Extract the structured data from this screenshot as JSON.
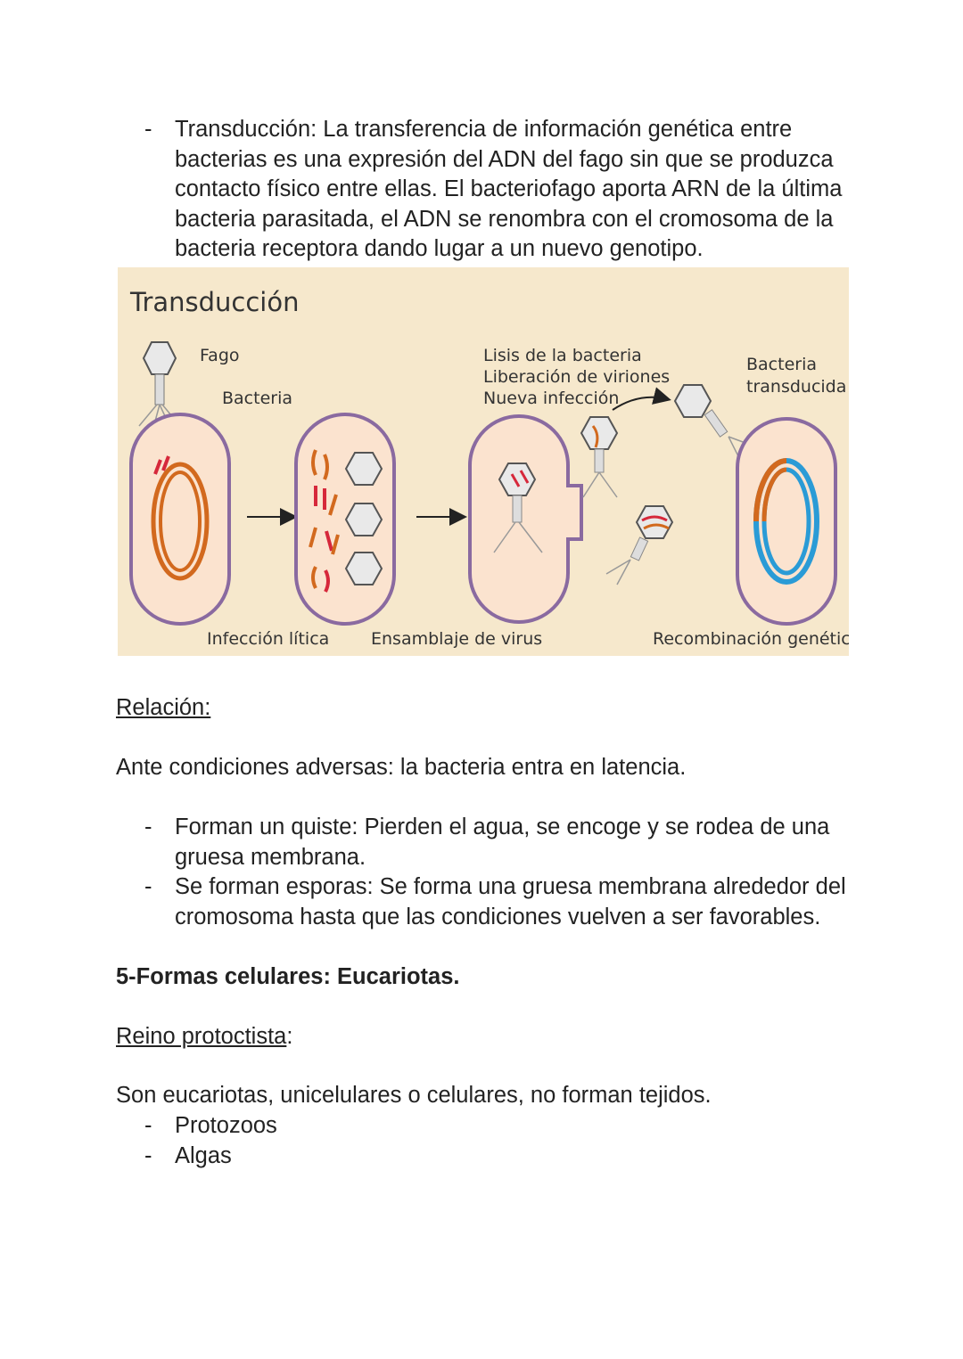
{
  "transduction_item": {
    "text": "Transducción: La transferencia de información genética entre bacterias es una expresión del ADN del fago sin que se produzca contacto físico entre ellas. El bacteriofago aporta ARN de la última bacteria parasitada, el ADN se renombra con el cromosoma de la bacteria receptora dando lugar a un nuevo genotipo."
  },
  "figure": {
    "title": "Transducción",
    "labels": {
      "fago": "Fago",
      "bacteria": "Bacteria",
      "lisis_line1": "Lisis de la bacteria",
      "lisis_line2": "Liberación de viriones",
      "lisis_line3": "Nueva infección",
      "transducida_line1": "Bacteria",
      "transducida_line2": "transducida",
      "infeccion_litica": "Infección lítica",
      "ensamblaje": "Ensamblaje de virus",
      "recombinacion": "Recombinación genética"
    },
    "colors": {
      "background": "#f6e8cc",
      "cell_fill": "#fbe3cf",
      "cell_outline": "#8a6aa0",
      "chromosome": "#d2691e",
      "dna_red": "#d6283b",
      "recipient_dna": "#2a9bd6",
      "phage": "#e9e9e9"
    }
  },
  "relacion": {
    "heading": "Relación:",
    "intro": "Ante condiciones adversas: la bacteria entra en latencia.",
    "items": [
      "Forman un quiste: Pierden el agua, se encoge y se  rodea de una gruesa membrana.",
      "Se forman esporas: Se forma una gruesa membrana alrededor del cromosoma hasta que las condiciones vuelven a ser favorables."
    ]
  },
  "section5": {
    "heading": "5-Formas celulares: Eucariotas."
  },
  "reino": {
    "heading": "Reino protoctista",
    "colon": ":",
    "intro": "Son eucariotas, unicelulares o celulares, no forman tejidos.",
    "items": [
      "Protozoos",
      "Algas"
    ]
  },
  "list_marker": "-"
}
